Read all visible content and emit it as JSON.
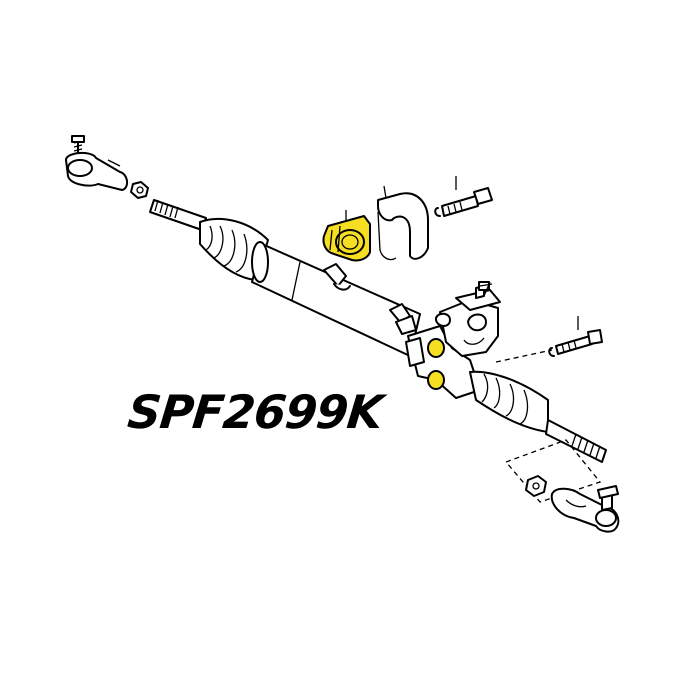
{
  "part_number": "SPF2699K",
  "colors": {
    "highlight": "#f6df23",
    "line": "#000000",
    "background": "#ffffff"
  },
  "highlighted_parts": [
    "rack-mount-bushing",
    "pinion-housing-bushings"
  ]
}
